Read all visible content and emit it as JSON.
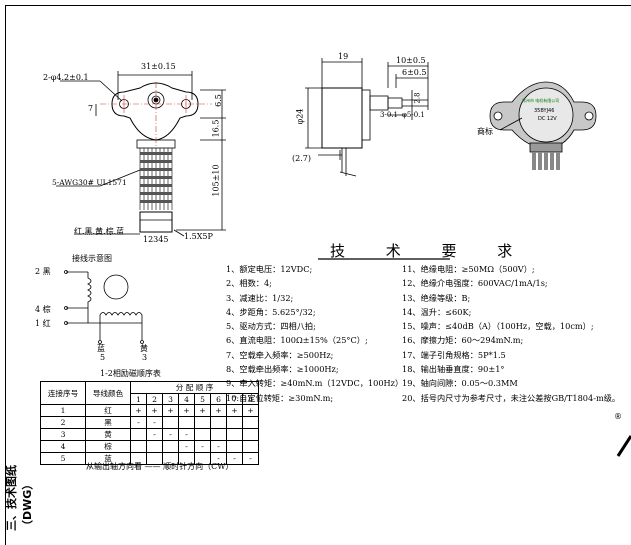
{
  "front_view": {
    "dim_width": "31±0.15",
    "dim_hole": "2-φ4.2±0.1",
    "dim_left": "7",
    "dim_right_top": "6.5",
    "dim_right_mid": "16.5",
    "dim_length": "105±10",
    "wire_spec": "5-AWG30# UL1571",
    "wire_colors": "红.黑.黄.棕.蓝",
    "connector": "1.5X5P",
    "pins": "12345"
  },
  "side_view": {
    "dim_19": "19",
    "dim_10": "10±0.5",
    "dim_6": "6±0.5",
    "dim_24": "φ24",
    "dim_27": "(2.7)",
    "dim_3": "3-0.1",
    "dim_5": "φ5-0.1",
    "dim_2": "2.8"
  },
  "top_view": {
    "brand_label": "商标",
    "motor_text_1": "常州市 电机有限公司",
    "motor_text_2": "35BYJ46",
    "motor_text_3": "DC 12V"
  },
  "title": "技 术 要 求",
  "wiring": {
    "title": "接线示意图",
    "labels": [
      "2 黑",
      "4 棕",
      "1 红",
      "蓝",
      "黄",
      "5",
      "3"
    ],
    "caption": "1-2相励磁顺序表"
  },
  "requirements_left": [
    "1、额定电压：12VDC;",
    "2、相数：4;",
    "3、减速比：1/32;",
    "4、步距角：5.625°/32;",
    "5、驱动方式：四相八拍;",
    "6、直流电阻：100Ω±15%（25°C）;",
    "7、空载牵入频率：≥500Hz;",
    "8、空载牵出频率：≥1000Hz;",
    "9、牵入转矩：≥40mN.m（12VDC，100Hz）",
    "10:自定位转矩：≥30mN.m;"
  ],
  "requirements_right": [
    "11、绝缘电阻：≥50MΩ（500V）;",
    "12、绝缘介电强度：600VAC/1mA/1s;",
    "13、绝缘等级：B;",
    "14、温升：≤60K;",
    "15、噪声：≤40dB（A）（100Hz，空载，10cm）;",
    "16、摩擦力矩：60～294mN.m;",
    "17、端子引角规格：5P*1.5",
    "18、输出轴垂直度：90±1°",
    "19、轴向间隙：0.05～0.3MM",
    "20、括号内尺寸为参考尺寸，未注公差按GB/T1804-m级。"
  ],
  "sequence_table": {
    "header_no": "连接序号",
    "header_color": "导线颜色",
    "header_order": "分 配 顺 序",
    "steps": [
      "1",
      "2",
      "3",
      "4",
      "5",
      "6",
      "7",
      "8"
    ],
    "rows": [
      {
        "no": "1",
        "color": "红",
        "cells": [
          "+",
          "+",
          "+",
          "+",
          "+",
          "+",
          "+",
          "+"
        ]
      },
      {
        "no": "2",
        "color": "黑",
        "cells": [
          "-",
          "-",
          "",
          "",
          "",
          "",
          "",
          ""
        ]
      },
      {
        "no": "3",
        "color": "黄",
        "cells": [
          "",
          "-",
          "-",
          "-",
          "",
          "",
          "",
          ""
        ]
      },
      {
        "no": "4",
        "color": "棕",
        "cells": [
          "",
          "",
          "",
          "-",
          "-",
          "-",
          "",
          ""
        ]
      },
      {
        "no": "5",
        "color": "蓝",
        "cells": [
          "",
          "",
          "",
          "",
          "",
          "-",
          "-",
          "-"
        ]
      }
    ],
    "footer": "从输出轴方向看 —— 顺时针方向（CW）"
  },
  "side_label": "三、技术图纸（DWG）",
  "registered_mark": "®"
}
